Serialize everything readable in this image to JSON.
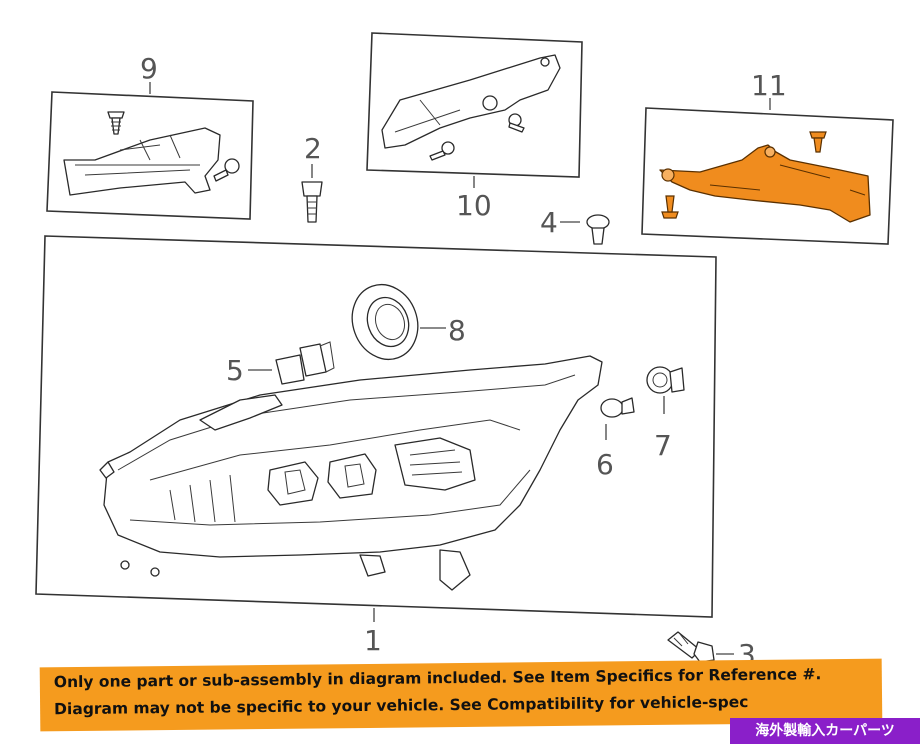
{
  "callouts": {
    "c1": "1",
    "c2": "2",
    "c3": "3",
    "c4": "4",
    "c5": "5",
    "c6": "6",
    "c7": "7",
    "c8": "8",
    "c9": "9",
    "c10": "10",
    "c11": "11"
  },
  "banner": {
    "line1": "Only one part or sub-assembly in diagram included. See Item Specifics for Reference #.",
    "line2": "Diagram may not be specific to your vehicle. See Compatibility for vehicle-spec"
  },
  "tag": {
    "label": "海外製輸入カーパーツ"
  },
  "colors": {
    "highlight": "#f08c1e",
    "banner": "#f59b1e",
    "tag": "#8a1fc9"
  }
}
